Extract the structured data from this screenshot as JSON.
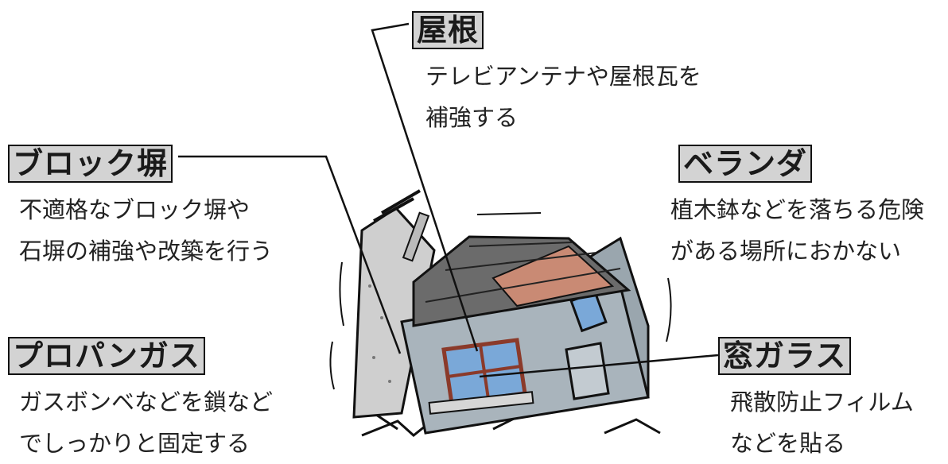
{
  "callouts": {
    "roof": {
      "title": "屋根",
      "lines": [
        "テレビアンテナや屋根瓦を",
        "補強する"
      ]
    },
    "block_wall": {
      "title": "ブロック塀",
      "lines": [
        "不適格なブロック塀や",
        "石塀の補強や改築を行う"
      ]
    },
    "veranda": {
      "title": "ベランダ",
      "lines": [
        "植木鉢などを落ちる危険",
        "がある場所におかない"
      ]
    },
    "propane": {
      "title": "プロパンガス",
      "lines": [
        "ガスボンベなどを鎖など",
        "でしっかりと固定する"
      ]
    },
    "window": {
      "title": "窓ガラス",
      "lines": [
        "飛散防止フィルム",
        "などを貼る"
      ]
    }
  },
  "colors": {
    "label_bg": "#d3d3d3",
    "roof": "#6b6b6b",
    "wall": "#a9b4bc",
    "roof_patch": "#c98a74",
    "window": "#7aa8d8"
  }
}
